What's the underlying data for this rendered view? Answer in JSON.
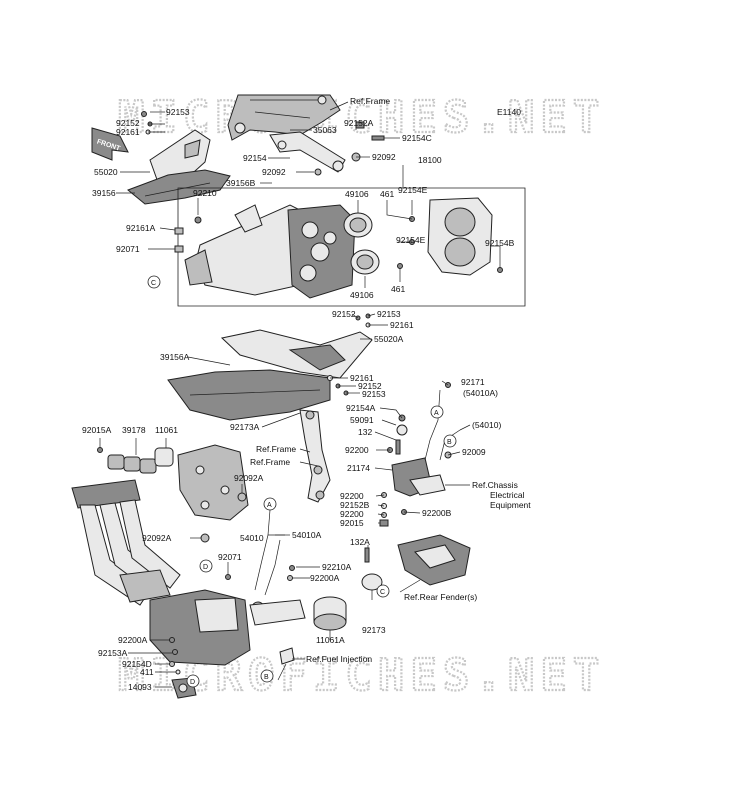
{
  "watermark": "MICROFICHES.NET",
  "diagram_code": "E1140",
  "labels": [
    {
      "id": "ref-frame-top",
      "text": "Ref.Frame"
    },
    {
      "id": "92153-top",
      "text": "92153"
    },
    {
      "id": "92152-top",
      "text": "92152"
    },
    {
      "id": "92161-top",
      "text": "92161"
    },
    {
      "id": "35063",
      "text": "35063"
    },
    {
      "id": "92152a-top",
      "text": "92152A"
    },
    {
      "id": "92154c-top",
      "text": "92154C"
    },
    {
      "id": "55020",
      "text": "55020"
    },
    {
      "id": "92154-mid",
      "text": "92154"
    },
    {
      "id": "92092-right",
      "text": "92092"
    },
    {
      "id": "18100",
      "text": "18100"
    },
    {
      "id": "39156b",
      "text": "39156B"
    },
    {
      "id": "92092-left",
      "text": "92092"
    },
    {
      "id": "39156",
      "text": "39156"
    },
    {
      "id": "92210",
      "text": "92210"
    },
    {
      "id": "49106-top",
      "text": "49106"
    },
    {
      "id": "461-top",
      "text": "461"
    },
    {
      "id": "92154e-top",
      "text": "92154E"
    },
    {
      "id": "92161a",
      "text": "92161A"
    },
    {
      "id": "92154e-mid",
      "text": "92154E"
    },
    {
      "id": "92154b",
      "text": "92154B"
    },
    {
      "id": "92071-top",
      "text": "92071"
    },
    {
      "id": "49106-bot",
      "text": "49106"
    },
    {
      "id": "461-bot",
      "text": "461"
    },
    {
      "id": "92152-mid",
      "text": "92152"
    },
    {
      "id": "92153-mid",
      "text": "92153"
    },
    {
      "id": "92161-mid",
      "text": "92161"
    },
    {
      "id": "55020a",
      "text": "55020A"
    },
    {
      "id": "39156a",
      "text": "39156A"
    },
    {
      "id": "92161-low",
      "text": "92161"
    },
    {
      "id": "92152-low",
      "text": "92152"
    },
    {
      "id": "92153-low",
      "text": "92153"
    },
    {
      "id": "92171",
      "text": "92171"
    },
    {
      "id": "54010a-right",
      "text": "(54010A)"
    },
    {
      "id": "92154a",
      "text": "92154A"
    },
    {
      "id": "59091",
      "text": "59091"
    },
    {
      "id": "54010-right",
      "text": "(54010)"
    },
    {
      "id": "132",
      "text": "132"
    },
    {
      "id": "92015a",
      "text": "92015A"
    },
    {
      "id": "39178",
      "text": "39178"
    },
    {
      "id": "11061",
      "text": "11061"
    },
    {
      "id": "92173a",
      "text": "92173A"
    },
    {
      "id": "ref-frame-2",
      "text": "Ref.Frame"
    },
    {
      "id": "ref-frame-3",
      "text": "Ref.Frame"
    },
    {
      "id": "92200-top",
      "text": "92200"
    },
    {
      "id": "92009",
      "text": "92009"
    },
    {
      "id": "21174",
      "text": "21174"
    },
    {
      "id": "ref-chassis-1",
      "text": "Ref.Chassis"
    },
    {
      "id": "ref-chassis-2",
      "text": "Electrical"
    },
    {
      "id": "ref-chassis-3",
      "text": "Equipment"
    },
    {
      "id": "92092a-top",
      "text": "92092A"
    },
    {
      "id": "92200-m1",
      "text": "92200"
    },
    {
      "id": "92152b",
      "text": "92152B"
    },
    {
      "id": "92200-m2",
      "text": "92200"
    },
    {
      "id": "92015",
      "text": "92015"
    },
    {
      "id": "92200b",
      "text": "92200B"
    },
    {
      "id": "92092a-low",
      "text": "92092A"
    },
    {
      "id": "54010",
      "text": "54010"
    },
    {
      "id": "54010a",
      "text": "54010A"
    },
    {
      "id": "132a",
      "text": "132A"
    },
    {
      "id": "92071-low",
      "text": "92071"
    },
    {
      "id": "92210a",
      "text": "92210A"
    },
    {
      "id": "92200a-mid",
      "text": "92200A"
    },
    {
      "id": "ref-rear-fender",
      "text": "Ref.Rear Fender(s)"
    },
    {
      "id": "92173",
      "text": "92173"
    },
    {
      "id": "11061a",
      "text": "11061A"
    },
    {
      "id": "92200a-low",
      "text": "92200A"
    },
    {
      "id": "92153a",
      "text": "92153A"
    },
    {
      "id": "ref-fuel-injection",
      "text": "Ref.Fuel Injection"
    },
    {
      "id": "92154d",
      "text": "92154D"
    },
    {
      "id": "411",
      "text": "411"
    },
    {
      "id": "14093",
      "text": "14093"
    }
  ],
  "callouts": [
    "A",
    "A",
    "B",
    "B",
    "C",
    "C",
    "D",
    "D"
  ],
  "front_badge": "FRONT"
}
